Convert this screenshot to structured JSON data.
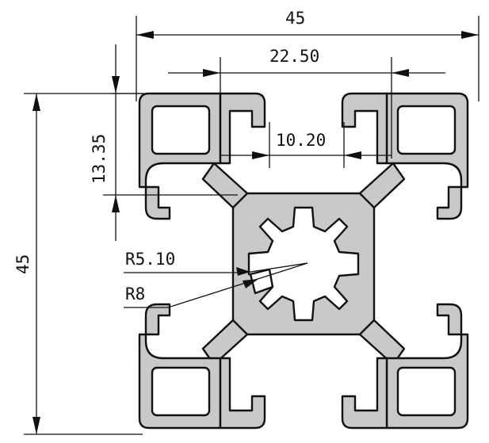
{
  "drawing": {
    "dimensions": {
      "overall_width": "45",
      "overall_height": "45",
      "slot_spacing": "22.50",
      "slot_opening": "10.20",
      "slot_depth": "13.35",
      "core_radius": "R5.10",
      "corner_radius": "R8"
    },
    "colors": {
      "profile_fill": "#c9c9c9",
      "outline": "#111111",
      "background": "#ffffff"
    }
  }
}
